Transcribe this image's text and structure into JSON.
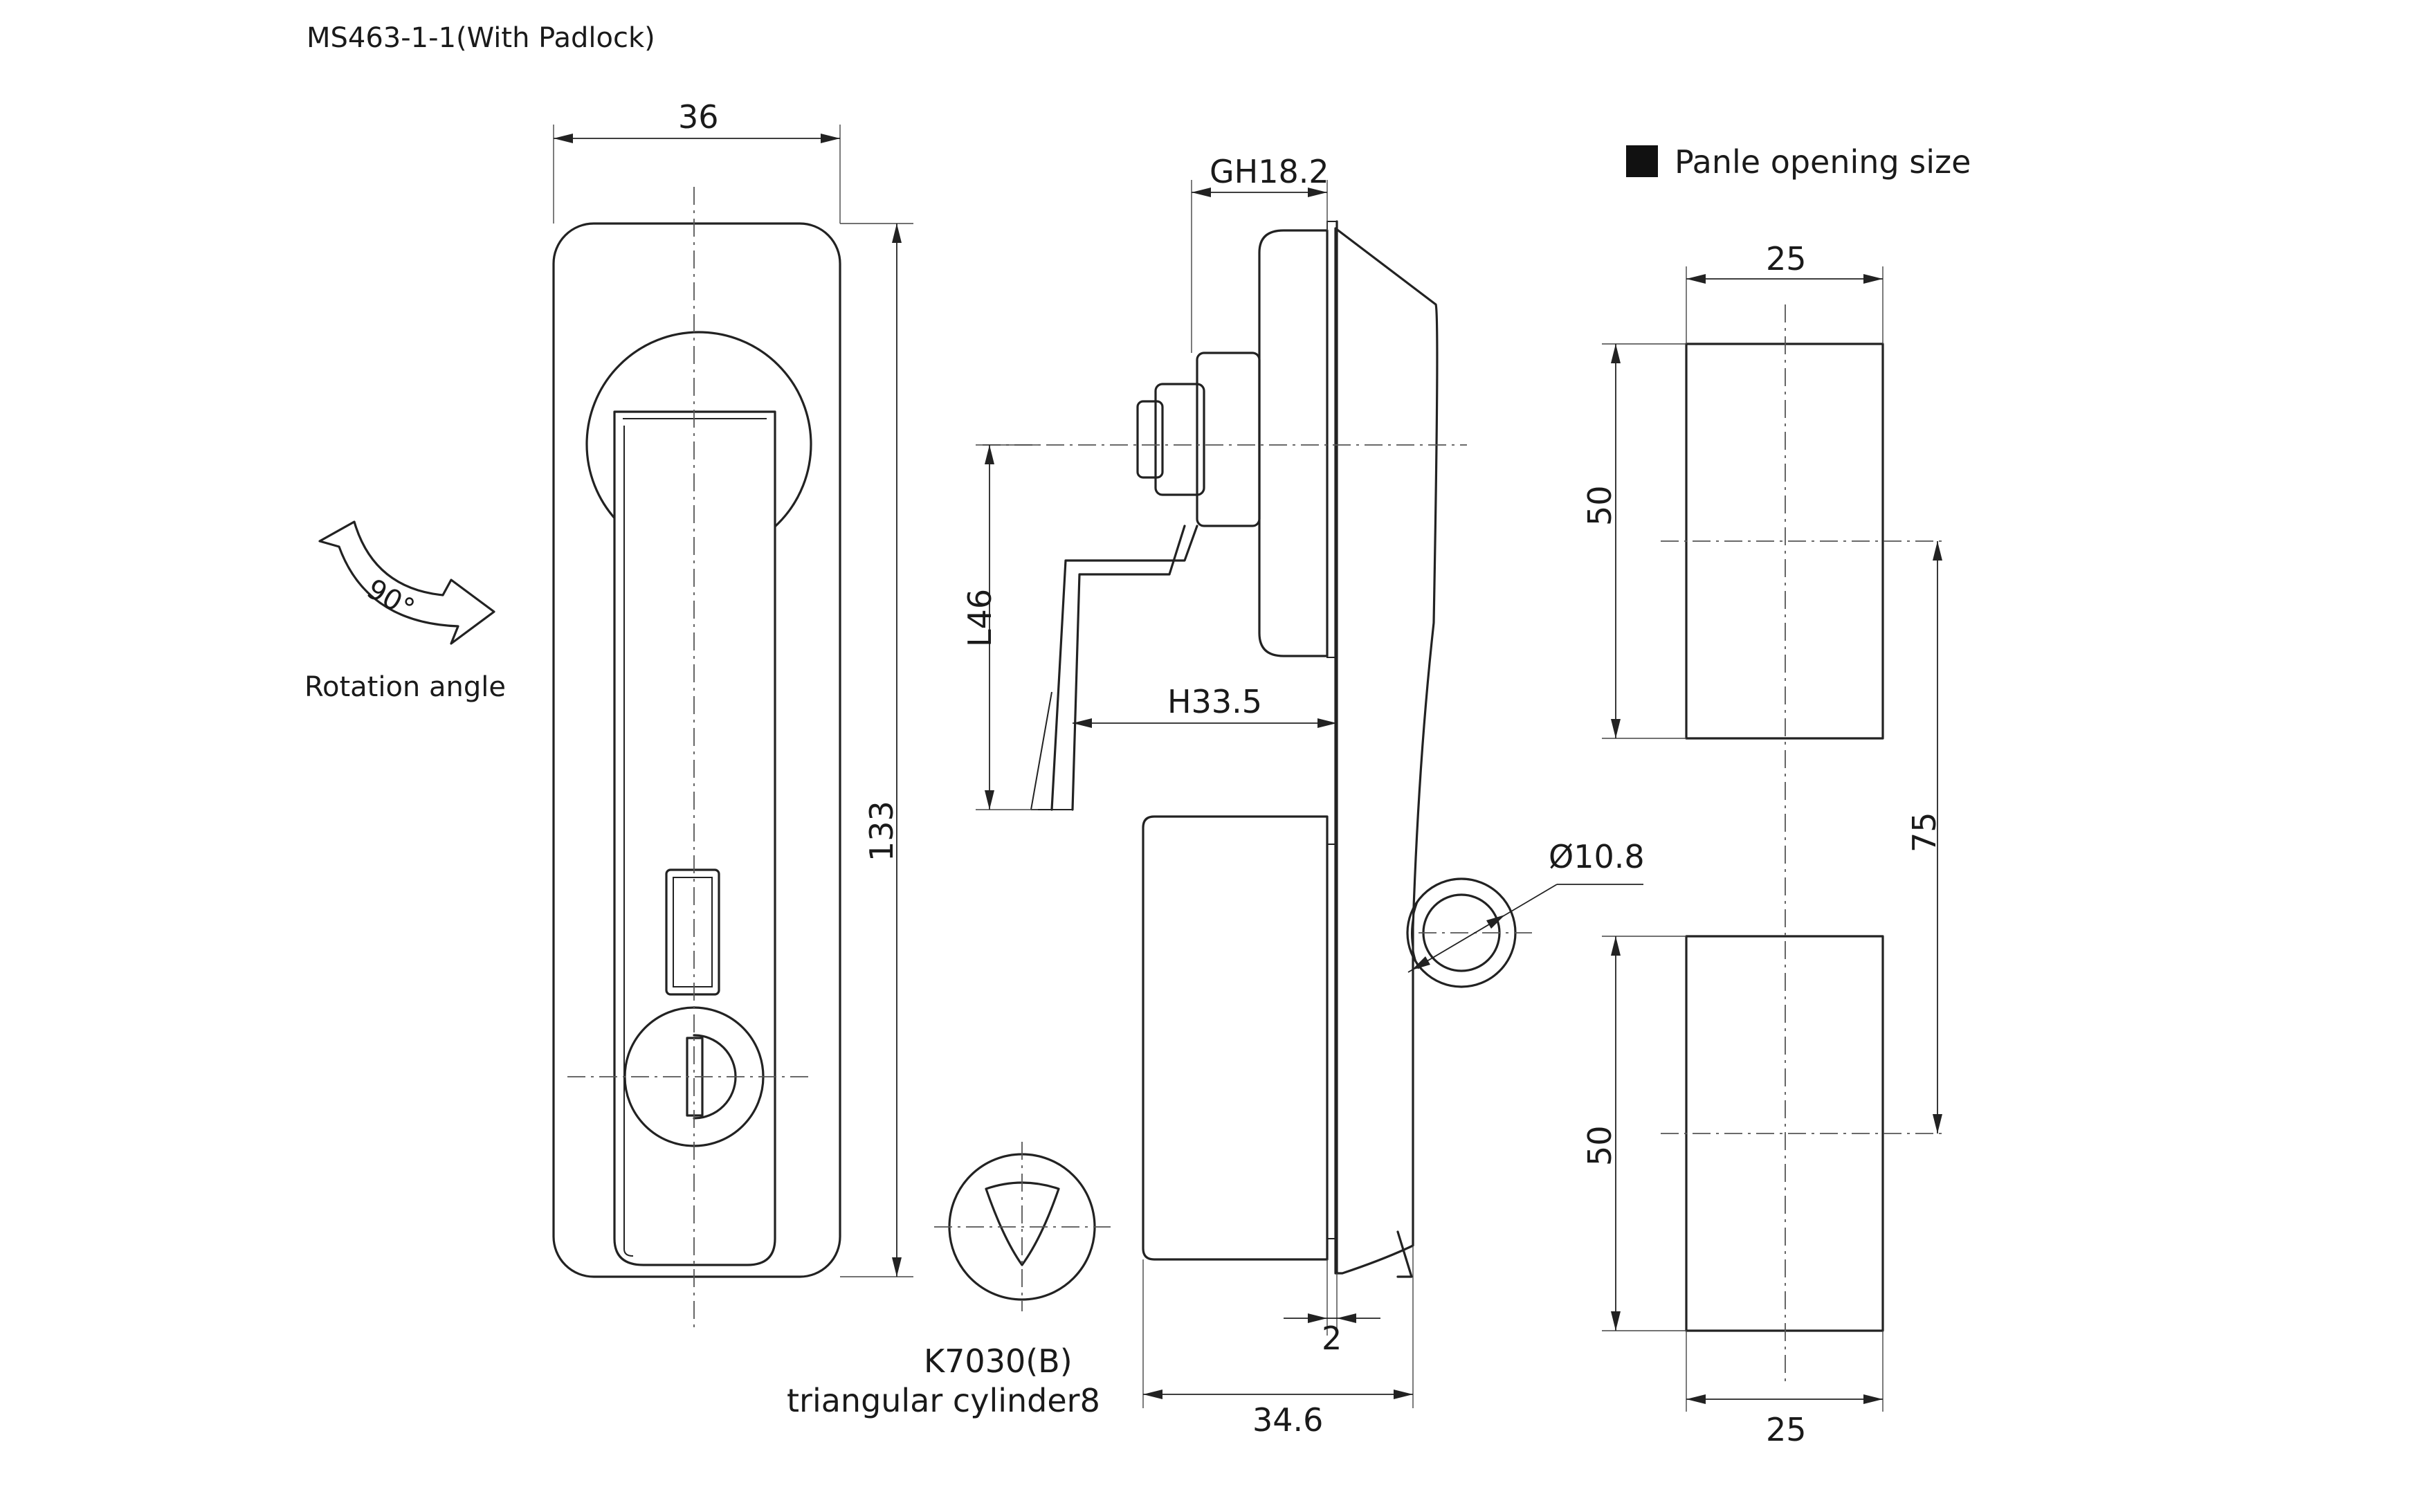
{
  "title": "MS463-1-1(With Padlock)",
  "rotation": {
    "angle_label": "90°",
    "caption": "Rotation angle"
  },
  "front_view": {
    "width_dim": "36",
    "height_dim": "133"
  },
  "side_view": {
    "gh_dim": "GH18.2",
    "l_dim": "L46",
    "h_dim": "H33.5",
    "padlock_dim": "Ø10.8",
    "gap_dim": "2",
    "depth_dim": "34.6"
  },
  "cylinder": {
    "code": "K7030(B)",
    "description": "triangular cylinder8"
  },
  "panel_opening": {
    "heading": "Panle opening size",
    "top_width": "25",
    "bottom_width": "25",
    "upper_height": "50",
    "lower_height": "50",
    "pitch": "75"
  }
}
